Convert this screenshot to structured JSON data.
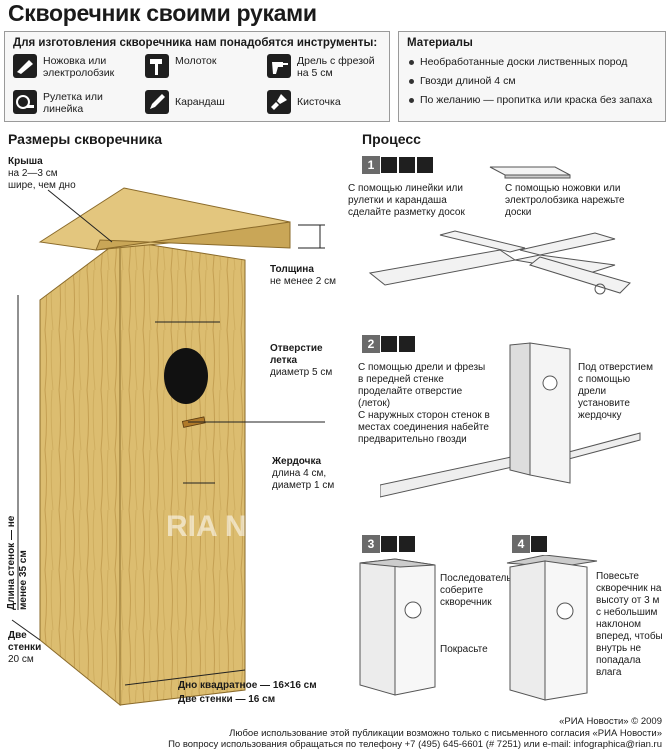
{
  "title": "Скворечник своими руками",
  "tools": {
    "heading": "Для изготовления скворечника нам понадобятся инструменты:",
    "items": [
      {
        "label": "Ножовка или электролобзик",
        "icon": "saw-icon"
      },
      {
        "label": "Молоток",
        "icon": "hammer-icon"
      },
      {
        "label": "Дрель с фрезой на 5 см",
        "icon": "drill-icon"
      },
      {
        "label": "Рулетка или линейка",
        "icon": "tape-measure-icon"
      },
      {
        "label": "Карандаш",
        "icon": "pencil-icon"
      },
      {
        "label": "Кисточка",
        "icon": "brush-icon"
      }
    ]
  },
  "materials": {
    "heading": "Материалы",
    "items": [
      "Необработанные доски лиственных пород",
      "Гвозди длиной 4 см",
      "По желанию — пропитка или краска без запаха"
    ]
  },
  "sizes": {
    "heading": "Размеры скворечника",
    "roof_title": "Крыша",
    "roof_text": "на 2—3 см шире, чем дно",
    "thickness_title": "Толщина",
    "thickness_text": "не менее 2 см",
    "hole_title": "Отверстие летка",
    "hole_text": "диаметр 5 см",
    "perch_title": "Жердочка",
    "perch_text": "длина 4 см, диаметр 1 см",
    "wall_length": "Длина стенок — не менее 35 см",
    "two_walls_title": "Две стенки",
    "two_walls_text": "20 см",
    "bottom": "Дно квадратное — 16×16 см",
    "two_walls_bottom": "Две стенки — 16 см"
  },
  "process": {
    "heading": "Процесс",
    "step1": {
      "num": "1",
      "text_a": "С помощью линейки или рулетки и карандаша сделайте разметку досок",
      "text_b": "С помощью ножовки или электролобзика нарежьте доски"
    },
    "step2": {
      "num": "2",
      "text_a": "С помощью дрели и фрезы в передней стенке проделайте отверстие (леток)",
      "text_b": "С наружных сторон стенок в местах соединения набейте предварительно гвозди",
      "text_c": "Под отверстием с помощью дрели установите жердочку"
    },
    "step3": {
      "num": "3",
      "text_a": "Последовательно соберите скворечник",
      "text_b": "Покрасьте"
    },
    "step4": {
      "num": "4",
      "text_a": "Повесьте скворечник на высоту от 3 м с небольшим наклоном вперед, чтобы внутрь не попадала влага"
    }
  },
  "watermark": "RIA NOVOSTI",
  "footer": {
    "credit": "«РИА Новости» © 2009",
    "line1": "Любое использование этой публикации возможно только с письменного согласия «РИА Новости»",
    "line2": "По вопросу использования обращаться по телефону +7 (495) 645-6601 (# 7251) или e-mail: infographica@rian.ru"
  },
  "colors": {
    "wood": "#d9b96a",
    "wood_dark": "#b89245",
    "badge": "#6a6a6a"
  }
}
